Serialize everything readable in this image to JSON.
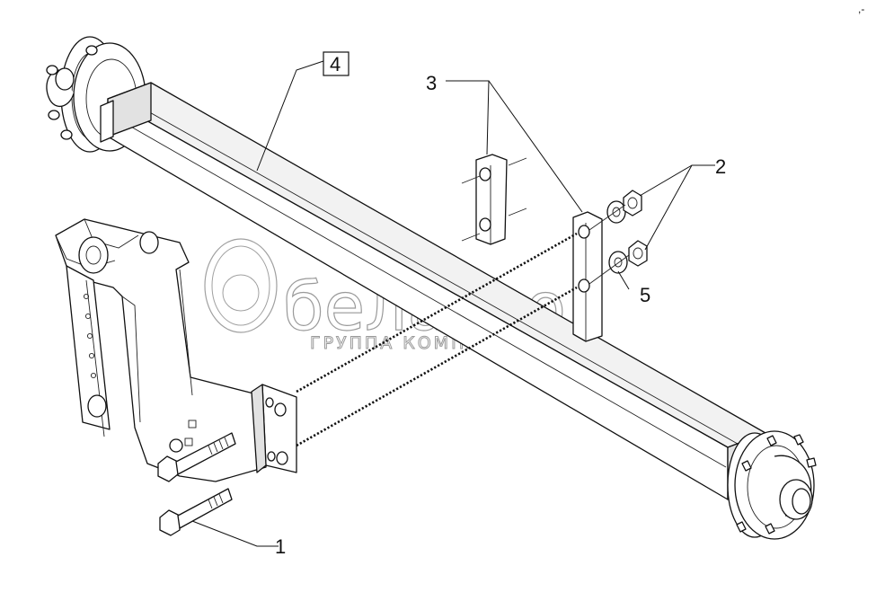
{
  "callouts": {
    "c1": "1",
    "c2": "2",
    "c3": "3",
    "c4": "4",
    "c5": "5"
  },
  "watermark": {
    "logo_text": "белагро",
    "subtitle": "ГРУППА КОМПАНИЙ"
  },
  "corner_mark": ",-"
}
